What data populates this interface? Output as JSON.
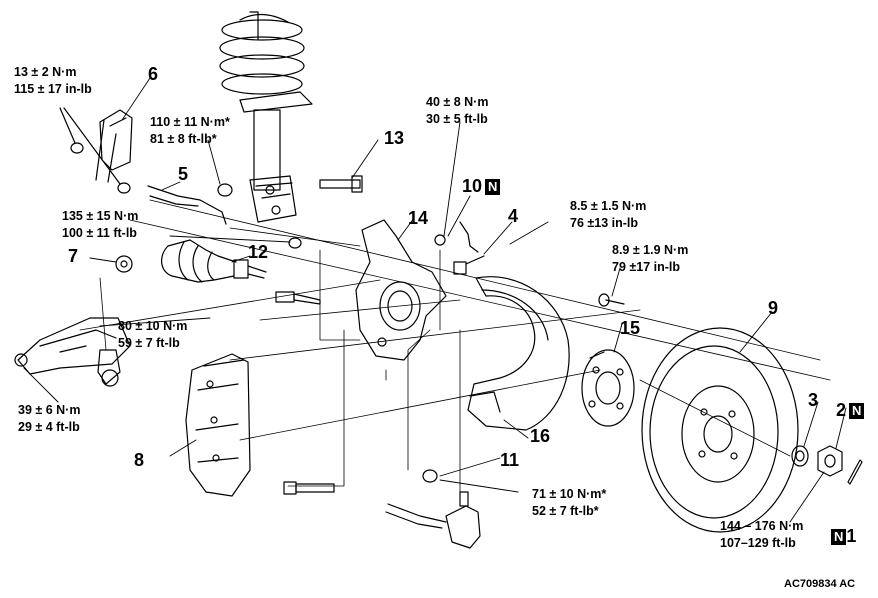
{
  "torque_specs": {
    "t6": {
      "nm": "13 ± 2 N·m",
      "imp": "115 ± 17 in-lb"
    },
    "t5": {
      "nm": "110 ± 11 N·m*",
      "imp": "81 ± 8 ft-lb*"
    },
    "t7": {
      "nm": "135 ± 15 N·m",
      "imp": "100 ± 11 ft-lb"
    },
    "t12": {
      "nm": "80 ± 10 N·m",
      "imp": "59 ± 7 ft-lb"
    },
    "t_arm": {
      "nm": "39 ± 6 N·m",
      "imp": "29 ± 4 ft-lb"
    },
    "t10": {
      "nm": "40 ± 8 N·m",
      "imp": "30 ± 5 ft-lb"
    },
    "t4": {
      "nm": "8.5 ± 1.5 N·m",
      "imp": "76 ±13 in-lb"
    },
    "t_shield": {
      "nm": "8.9 ± 1.9 N·m",
      "imp": "79 ±17 in-lb"
    },
    "t11": {
      "nm": "71 ± 10 N·m*",
      "imp": "52 ± 7 ft-lb*"
    },
    "t1": {
      "nm": "144 – 176 N·m",
      "imp": "107–129 ft-lb"
    }
  },
  "callouts": {
    "c1": "1",
    "c2": "2",
    "c3": "3",
    "c4": "4",
    "c5": "5",
    "c6": "6",
    "c7": "7",
    "c8": "8",
    "c9": "9",
    "c10": "10",
    "c11": "11",
    "c12": "12",
    "c13": "13",
    "c14": "14",
    "c15": "15",
    "c16": "16"
  },
  "badges": {
    "n": "N"
  },
  "image_code": "AC709834 AC"
}
